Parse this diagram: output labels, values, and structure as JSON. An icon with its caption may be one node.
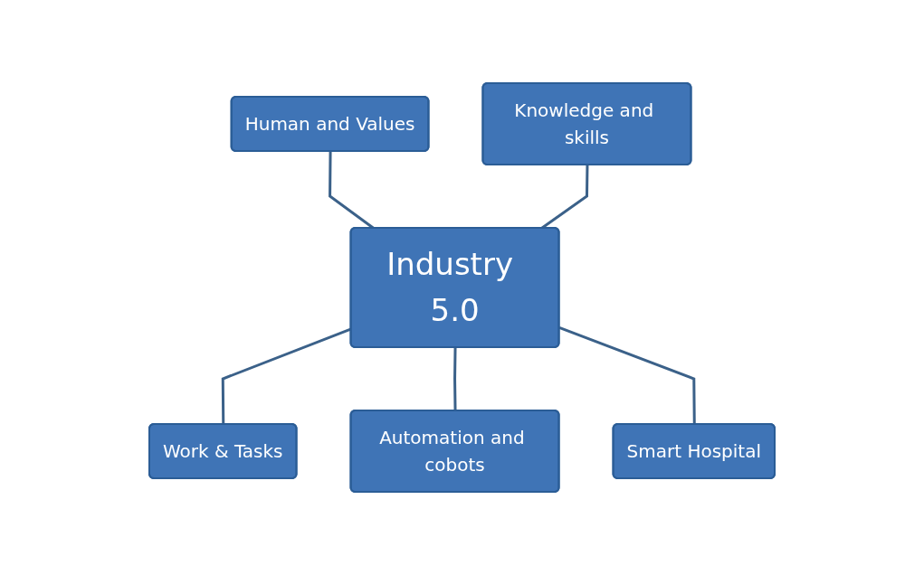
{
  "diagram": {
    "nodes": [
      {
        "text": [
          "Human and Values"
        ]
      },
      {
        "text": [
          "Knowledge and skills"
        ]
      },
      {
        "text": [
          "Industry 5.0"
        ]
      },
      {
        "text": [
          "Work & Tasks"
        ]
      },
      {
        "text": [
          "Automation and cobots"
        ]
      },
      {
        "text": [
          "Smart Hospital"
        ]
      }
    ],
    "edges": [
      {
        "from": 0,
        "to": 2,
        "arrow": "none"
      },
      {
        "from": 1,
        "to": 2,
        "arrow": "none"
      },
      {
        "from": 2,
        "to": 3,
        "arrow": "none"
      },
      {
        "from": 2,
        "to": 4,
        "arrow": "none"
      },
      {
        "from": 2,
        "to": 5,
        "arrow": "none"
      }
    ]
  }
}
